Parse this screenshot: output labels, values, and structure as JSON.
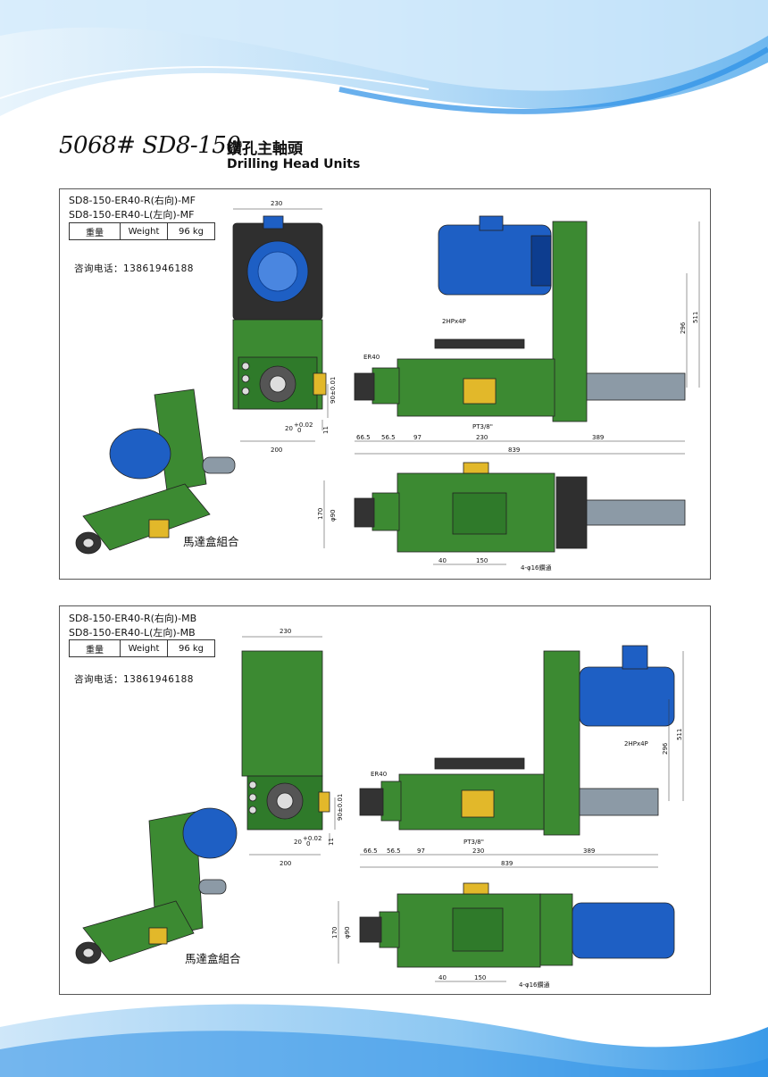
{
  "header": {
    "model": "5068# SD8-150",
    "title_cn": "鑽孔主軸頭",
    "title_en": "Drilling Head Units"
  },
  "colors": {
    "machine_green": "#3c8a32",
    "motor_blue": "#1e5fc4",
    "swoosh_blue": "#2a8ee6"
  },
  "panels": [
    {
      "model_r": "SD8-150-ER40-R(右向)-MF",
      "model_l": "SD8-150-ER40-L(左向)-MF",
      "weight": {
        "label_cn": "重量",
        "label_en": "Weight",
        "value": "96 kg"
      },
      "phone": "咨询电话：13861946188",
      "motorbox_label": "馬達盒組合",
      "dims": {
        "w230": "230",
        "w200": "200",
        "h20": "20",
        "tol20a": "+0.02",
        "tol20b": "0",
        "h90": "90±0.01",
        "h11": "11",
        "er40": "ER40",
        "motor": "2HPx4P",
        "pt": "PT3/8\"",
        "d665": "66.5",
        "d565": "56.5",
        "d97": "97",
        "d230b": "230",
        "d389": "389",
        "d839": "839",
        "h296": "296",
        "h511": "511",
        "h170": "170",
        "d90t": "φ90",
        "d40": "40",
        "d150": "150",
        "holes": "4-φ16鑽通"
      }
    },
    {
      "model_r": "SD8-150-ER40-R(右向)-MB",
      "model_l": "SD8-150-ER40-L(左向)-MB",
      "weight": {
        "label_cn": "重量",
        "label_en": "Weight",
        "value": "96 kg"
      },
      "phone": "咨询电话：13861946188",
      "motorbox_label": "馬達盒組合",
      "dims": {
        "w230": "230",
        "w200": "200",
        "h20": "20",
        "tol20a": "+0.02",
        "tol20b": "0",
        "h90": "90±0.01",
        "h11": "11",
        "er40": "ER40",
        "motor": "2HPx4P",
        "pt": "PT3/8\"",
        "d665": "66.5",
        "d565": "56.5",
        "d97": "97",
        "d230b": "230",
        "d389": "389",
        "d839": "839",
        "h296": "296",
        "h511": "511",
        "h170": "170",
        "d90t": "φ90",
        "d40": "40",
        "d150": "150",
        "holes": "4-φ16鑽通"
      }
    }
  ]
}
